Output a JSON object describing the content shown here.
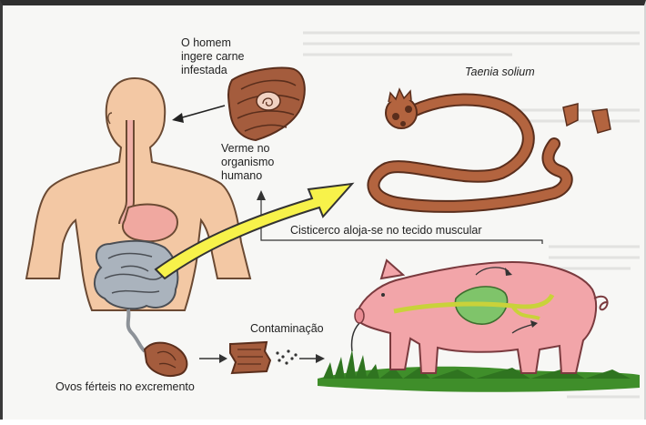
{
  "labels": {
    "ingest": "O homem\ningere carne\ninfestada",
    "species": "Taenia solium",
    "worm_in_body": "Verme no\norganismo\nhumano",
    "cysticercus": "Cisticerco aloja-se no tecido muscular",
    "contamination": "Contaminação",
    "eggs": "Ovos férteis no excremento"
  },
  "colors": {
    "skin": "#f3c8a4",
    "skin_outline": "#6b4a33",
    "worm": "#b3643f",
    "intestine": "#aab3bd",
    "arrow_yellow": "#f7f24a",
    "pig": "#f2a5a9",
    "grass": "#3f8e2a"
  }
}
